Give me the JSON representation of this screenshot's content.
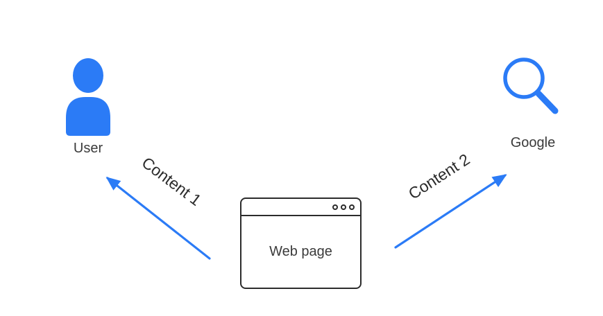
{
  "colors": {
    "accent": "#2b7bf6",
    "outline": "#2b2b2b",
    "background": "#ffffff"
  },
  "nodes": {
    "user": {
      "label": "User",
      "icon": "person-icon"
    },
    "google": {
      "label": "Google",
      "icon": "search-icon"
    },
    "webpage": {
      "label": "Web page",
      "icon": "browser-window-icon"
    }
  },
  "arrows": {
    "content1": {
      "label": "Content 1",
      "from": "webpage",
      "to": "user"
    },
    "content2": {
      "label": "Content 2",
      "from": "webpage",
      "to": "google"
    }
  }
}
